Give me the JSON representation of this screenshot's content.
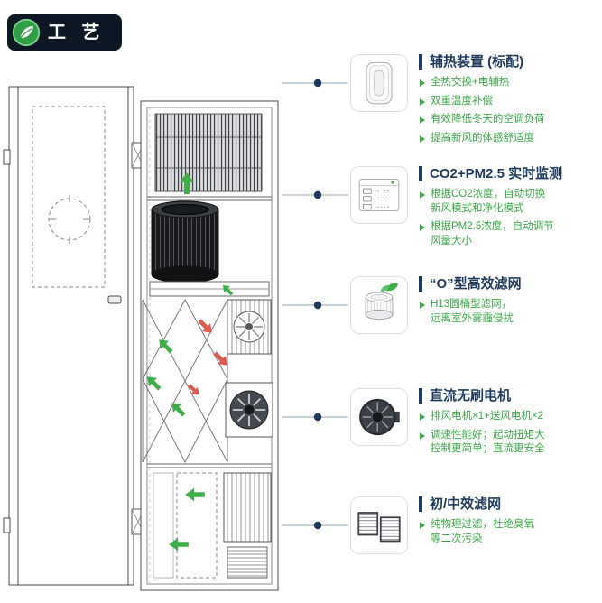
{
  "badge": {
    "label": "工 艺"
  },
  "colors": {
    "accent_navy": "#1d3a5e",
    "bullet_green": "#3aa948",
    "arrow_green": "#3fae49",
    "arrow_red": "#df5a4e",
    "badge_bg": "#0d1824",
    "logo_green": "#2f9e44",
    "leader_line": "#a8b8c8"
  },
  "cards": [
    {
      "title": "辅热装置 (标配)",
      "icon": "heater-icon",
      "bullets": [
        "全热交换+电辅热",
        "双重温度补偿",
        "有效降低冬天的空调负荷",
        "提高新风的体感舒适度"
      ]
    },
    {
      "title": "CO2+PM2.5 实时监测",
      "icon": "sensor-panel-icon",
      "bullets": [
        "根据CO2浓度，自动切换\n新风模式和净化模式",
        "根据PM2.5浓度，自动调节\n风量大小"
      ]
    },
    {
      "title": "“O”型高效滤网",
      "icon": "drum-filter-icon",
      "bullets": [
        "H13圆桶型滤网，\n远离室外雾霾侵扰"
      ]
    },
    {
      "title": "直流无刷电机",
      "icon": "motor-icon",
      "bullets": [
        "排风电机×1+送风电机×2",
        "调速性能好；起动扭矩大\n控制更简单；直流更安全"
      ]
    },
    {
      "title": "初/中效滤网",
      "icon": "panel-filter-icon",
      "bullets": [
        "纯物理过滤，杜绝臭氧\n等二次污染"
      ]
    }
  ]
}
